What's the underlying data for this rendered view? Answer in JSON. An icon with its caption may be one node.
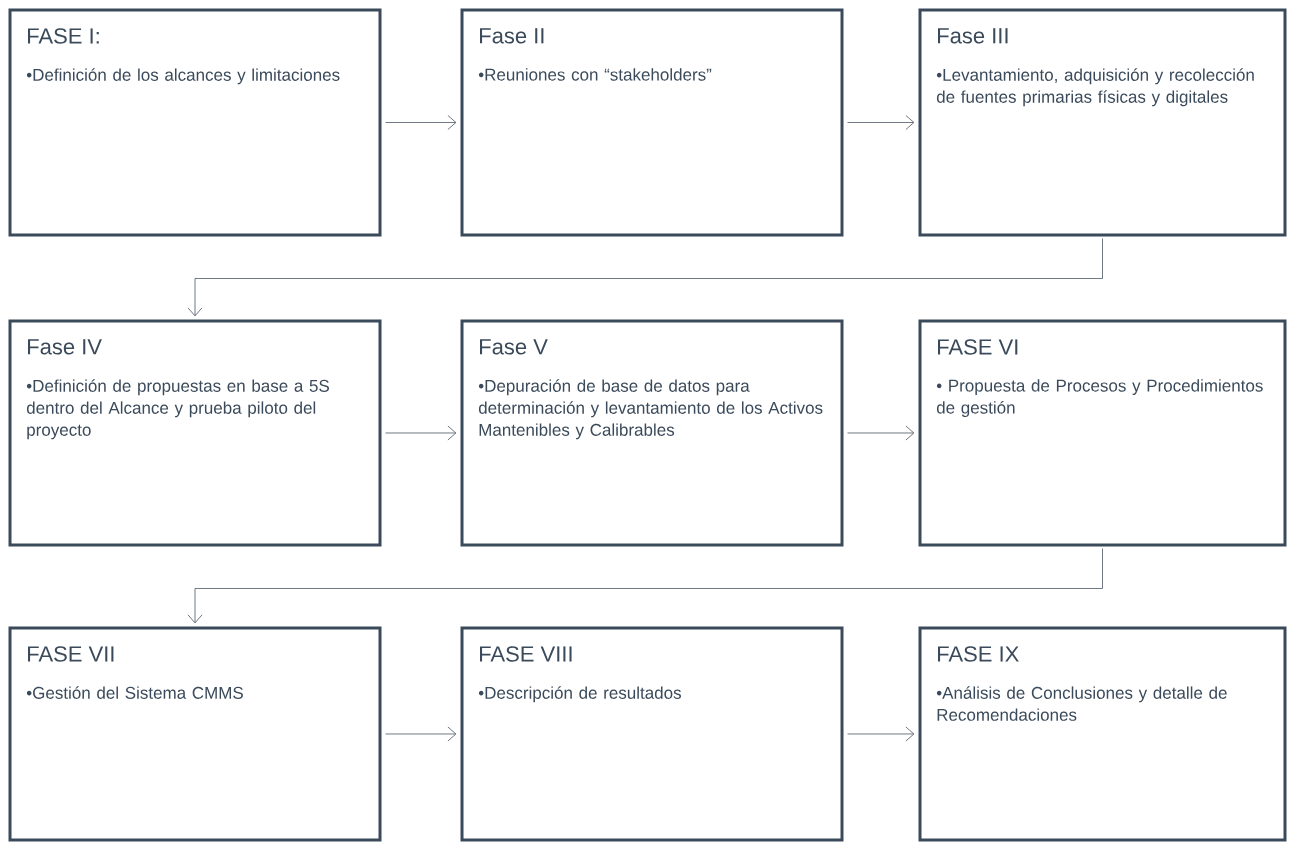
{
  "diagram": {
    "nodes": [
      {
        "text": [
          "FASE I:",
          "•Definición de los alcances y limitaciones"
        ]
      },
      {
        "text": [
          "Fase II",
          "•Reuniones con “stakeholders”"
        ]
      },
      {
        "text": [
          "Fase III",
          "•Levantamiento, adquisición y recolección de fuentes primarias físicas y digitales"
        ]
      },
      {
        "text": [
          "Fase IV",
          "•Definición de propuestas en base a 5S dentro del Alcance y prueba piloto del proyecto"
        ]
      },
      {
        "text": [
          "Fase V",
          "•Depuración de base de datos para determinación y levantamiento de los Activos Mantenibles y Calibrables"
        ]
      },
      {
        "text": [
          "FASE VI",
          "• Propuesta de Procesos y Procedimientos de gestión"
        ]
      },
      {
        "text": [
          "FASE VII",
          "•Gestión del Sistema CMMS"
        ]
      },
      {
        "text": [
          "FASE VIII",
          "•Descripción de resultados"
        ]
      },
      {
        "text": [
          "FASE IX",
          "•Análisis de Conclusiones y detalle de Recomendaciones"
        ]
      }
    ],
    "edges": [
      {
        "from": 0,
        "to": 1,
        "arrow": "to"
      },
      {
        "from": 1,
        "to": 2,
        "arrow": "to"
      },
      {
        "from": 2,
        "to": 3,
        "arrow": "to"
      },
      {
        "from": 3,
        "to": 4,
        "arrow": "to"
      },
      {
        "from": 4,
        "to": 5,
        "arrow": "to"
      },
      {
        "from": 5,
        "to": 6,
        "arrow": "to"
      },
      {
        "from": 6,
        "to": 7,
        "arrow": "to"
      },
      {
        "from": 7,
        "to": 8,
        "arrow": "to"
      }
    ]
  }
}
